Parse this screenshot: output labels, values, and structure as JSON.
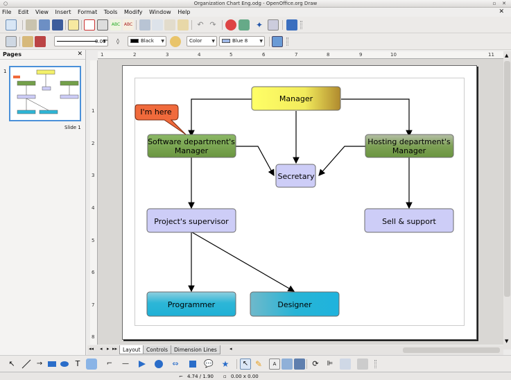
{
  "window": {
    "title": "Organization Chart Eng.odg - OpenOffice.org Draw"
  },
  "menu": [
    "File",
    "Edit",
    "View",
    "Insert",
    "Format",
    "Tools",
    "Modify",
    "Window",
    "Help"
  ],
  "toolbar2": {
    "line_width": "0.00\"",
    "line_color": "Black",
    "area_style": "Color",
    "area_color": "Blue 8",
    "line_swatch": "#000000",
    "area_swatch": "#9fb8e6"
  },
  "pages_panel": {
    "title": "Pages",
    "slide_number": "1",
    "slide_label": "Slide 1"
  },
  "ruler_h": [
    "1",
    "2",
    "3",
    "4",
    "5",
    "6",
    "7",
    "8",
    "9",
    "10",
    "11"
  ],
  "ruler_v": [
    "1",
    "2",
    "3",
    "4",
    "5",
    "6",
    "7",
    "8"
  ],
  "chart": {
    "callout": "I'm here",
    "manager": "Manager",
    "software_mgr_1": "Software department's",
    "software_mgr_2": "Manager",
    "hosting_mgr_1": "Hosting department's",
    "hosting_mgr_2": "Manager",
    "secretary": "Secretary",
    "project_supervisor": "Project's supervisor",
    "sell_support": "Sell & support",
    "programmer": "Programmer",
    "designer": "Designer"
  },
  "tabs": [
    "Layout",
    "Controls",
    "Dimension Lines"
  ],
  "status": {
    "position": "4.74 / 1.90",
    "size": "0.00 x 0.00"
  },
  "colors": {
    "selection": "#4a90d9",
    "manager": "#f3f06a",
    "green": "#74a04a",
    "lavender": "#cdcdf7",
    "cyan": "#2fb6d6",
    "callout": "#f06a3c"
  }
}
